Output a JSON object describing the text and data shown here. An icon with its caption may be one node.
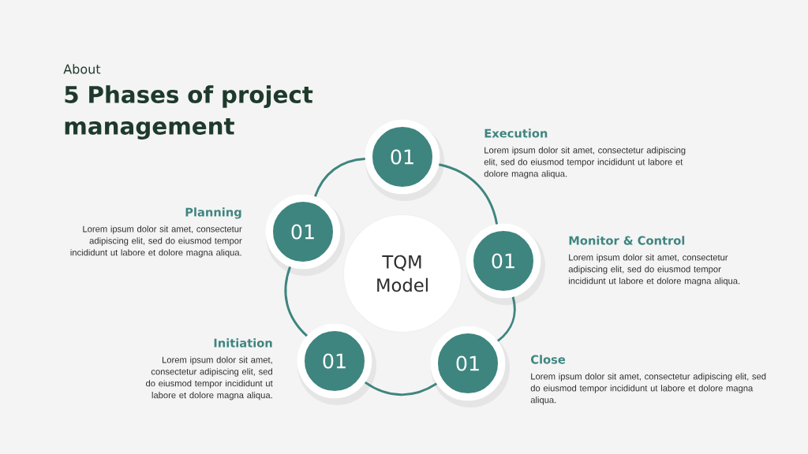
{
  "diagram": {
    "title": "5 Phases of project management",
    "nodes": [
      {
        "text": [
          "TQM Model"
        ]
      },
      {
        "text": [
          "01"
        ],
        "beside": [
          "Initiation",
          "Lorem ipsum dolor sit amet, consectetur adipiscing elit, sed do eiusmod tempor incididunt ut labore et dolore magna aliqua."
        ]
      },
      {
        "text": [
          "01"
        ],
        "beside": [
          "Planning",
          "Lorem ipsum dolor sit amet, consectetur adipiscing elit, sed do eiusmod tempor incididunt ut labore et dolore magna aliqua."
        ]
      },
      {
        "text": [
          "01"
        ],
        "beside": [
          "Execution",
          "Lorem ipsum dolor sit amet, consectetur adipiscing elit, sed do eiusmod tempor incididunt ut labore et dolore magna aliqua."
        ]
      },
      {
        "text": [
          "01"
        ],
        "beside": [
          "Monitor & Control",
          "Lorem ipsum dolor sit amet, consectetur adipiscing elit, sed do eiusmod tempor incididunt ut labore et dolore magna aliqua."
        ]
      },
      {
        "text": [
          "01"
        ],
        "beside": [
          "Close",
          "Lorem ipsum dolor sit amet, consectetur adipiscing elit, sed do eiusmod tempor incididunt ut labore et dolore magna aliqua."
        ]
      }
    ],
    "edges": [
      {
        "from": 1,
        "to": 2,
        "arrow": "none"
      },
      {
        "from": 2,
        "to": 3,
        "arrow": "none"
      },
      {
        "from": 3,
        "to": 4,
        "arrow": "none"
      },
      {
        "from": 4,
        "to": 5,
        "arrow": "none"
      },
      {
        "from": 5,
        "to": 1,
        "arrow": "none"
      }
    ],
    "labels": [
      "About"
    ]
  }
}
